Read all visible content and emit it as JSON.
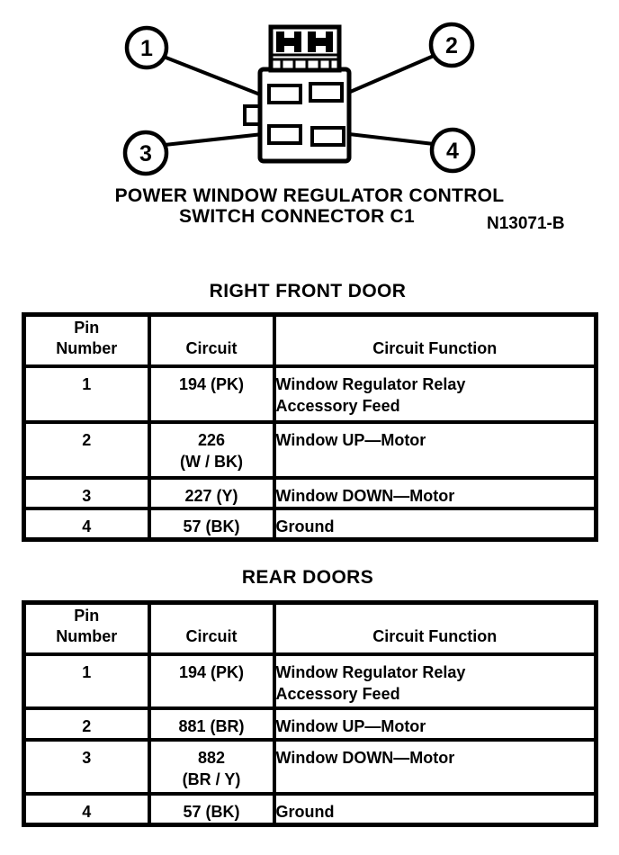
{
  "diagram": {
    "callout_1": "1",
    "callout_2": "2",
    "callout_3": "3",
    "callout_4": "4",
    "caption_line1": "POWER WINDOW REGULATOR CONTROL",
    "caption_line2": "SWITCH CONNECTOR C1",
    "figure_number": "N13071-B"
  },
  "tables": [
    {
      "title": "RIGHT FRONT DOOR",
      "headers": {
        "pin": "Pin\nNumber",
        "circuit": "Circuit",
        "function": "Circuit Function"
      },
      "rows": [
        {
          "pin": "1",
          "circuit": "194 (PK)",
          "function": "Window Regulator Relay\nAccessory Feed"
        },
        {
          "pin": "2",
          "circuit": "226\n(W / BK)",
          "function": "Window UP—Motor"
        },
        {
          "pin": "3",
          "circuit": "227 (Y)",
          "function": "Window DOWN—Motor"
        },
        {
          "pin": "4",
          "circuit": "57 (BK)",
          "function": "Ground"
        }
      ]
    },
    {
      "title": "REAR DOORS",
      "headers": {
        "pin": "Pin\nNumber",
        "circuit": "Circuit",
        "function": "Circuit Function"
      },
      "rows": [
        {
          "pin": "1",
          "circuit": "194 (PK)",
          "function": "Window Regulator Relay\nAccessory Feed"
        },
        {
          "pin": "2",
          "circuit": "881 (BR)",
          "function": "Window UP—Motor"
        },
        {
          "pin": "3",
          "circuit": "882\n(BR / Y)",
          "function": "Window DOWN—Motor"
        },
        {
          "pin": "4",
          "circuit": "57 (BK)",
          "function": "Ground"
        }
      ]
    }
  ]
}
